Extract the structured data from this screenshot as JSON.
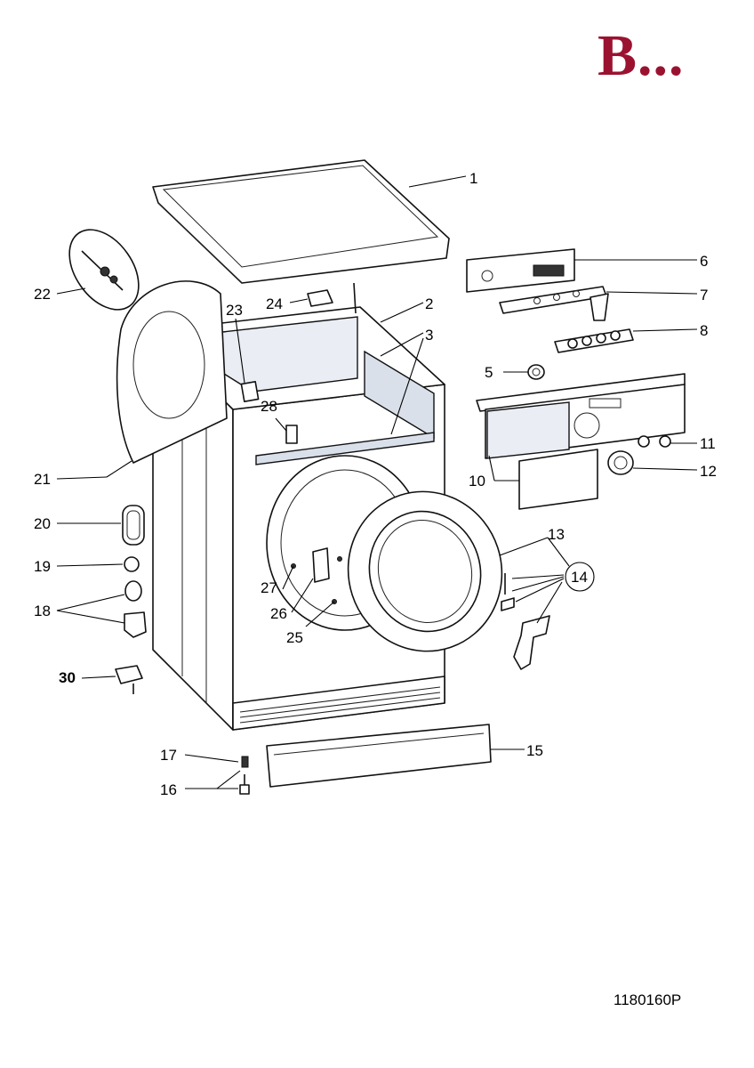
{
  "brand": {
    "text": "B...",
    "color": "#9b1230"
  },
  "document_code": "1180160P",
  "colors": {
    "line": "#111111",
    "shading": "#d9e0ea"
  },
  "parts": [
    {
      "id": "1",
      "label": "1"
    },
    {
      "id": "2",
      "label": "2"
    },
    {
      "id": "3",
      "label": "3"
    },
    {
      "id": "5",
      "label": "5"
    },
    {
      "id": "6",
      "label": "6"
    },
    {
      "id": "7",
      "label": "7"
    },
    {
      "id": "8",
      "label": "8"
    },
    {
      "id": "10",
      "label": "10"
    },
    {
      "id": "11",
      "label": "11"
    },
    {
      "id": "12",
      "label": "12"
    },
    {
      "id": "13",
      "label": "13"
    },
    {
      "id": "14",
      "label": "14"
    },
    {
      "id": "15",
      "label": "15"
    },
    {
      "id": "16",
      "label": "16"
    },
    {
      "id": "17",
      "label": "17"
    },
    {
      "id": "18",
      "label": "18"
    },
    {
      "id": "19",
      "label": "19"
    },
    {
      "id": "20",
      "label": "20"
    },
    {
      "id": "21",
      "label": "21"
    },
    {
      "id": "22",
      "label": "22"
    },
    {
      "id": "23",
      "label": "23"
    },
    {
      "id": "24",
      "label": "24"
    },
    {
      "id": "25",
      "label": "25"
    },
    {
      "id": "26",
      "label": "26"
    },
    {
      "id": "27",
      "label": "27"
    },
    {
      "id": "28",
      "label": "28"
    },
    {
      "id": "30",
      "label": "30"
    }
  ]
}
